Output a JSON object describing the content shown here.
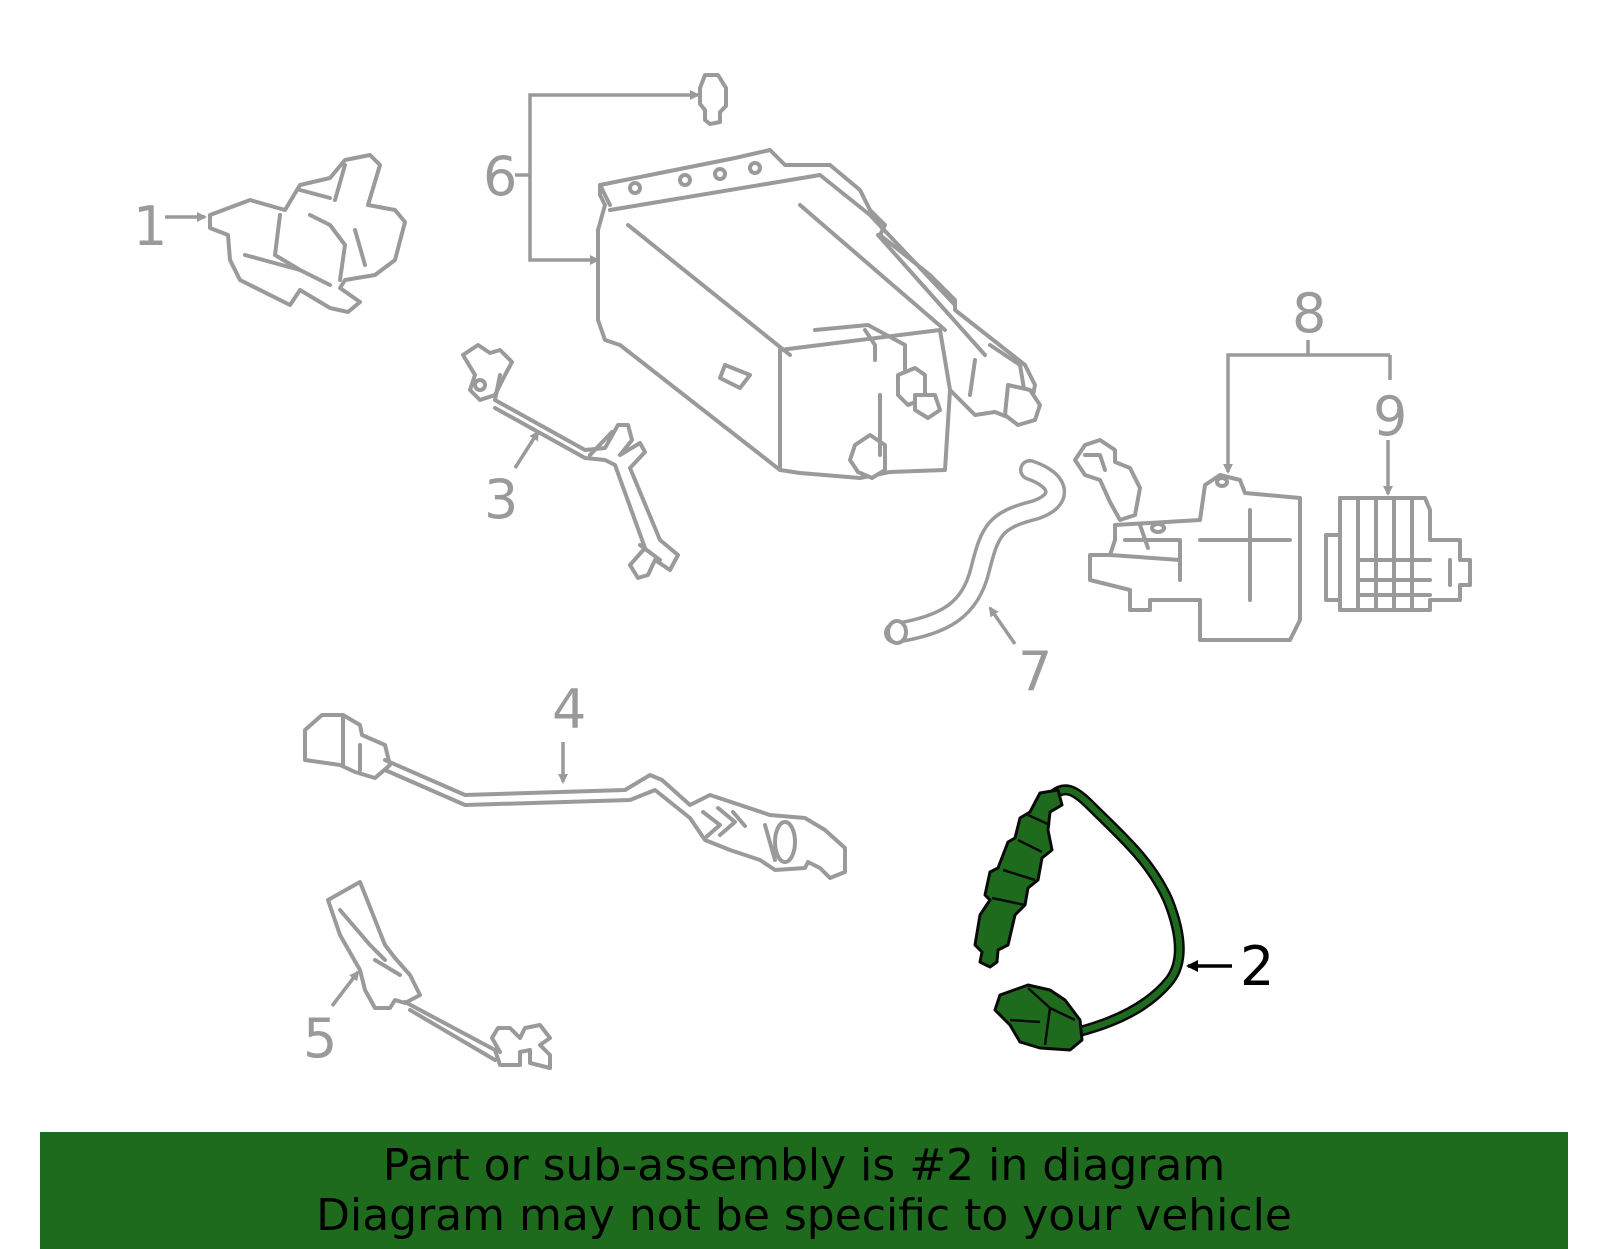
{
  "colors": {
    "part_outline": "#9a9a9a",
    "highlight_fill": "#1e6b1e",
    "highlight_outline": "#0a0a0a",
    "banner_background": "#1e6b1e",
    "banner_text": "#000000",
    "label_highlight": "#000000"
  },
  "callouts": [
    {
      "number": "1",
      "part": "bracket"
    },
    {
      "number": "2",
      "part": "oxygen-sensor",
      "highlighted": true
    },
    {
      "number": "3",
      "part": "sensor-wire-harness"
    },
    {
      "number": "4",
      "part": "oxygen-sensor-upstream"
    },
    {
      "number": "5",
      "part": "sensor-wire-clip"
    },
    {
      "number": "6",
      "part": "vapor-canister"
    },
    {
      "number": "7",
      "part": "vapor-hose"
    },
    {
      "number": "8",
      "part": "purge-valve"
    },
    {
      "number": "9",
      "part": "filter"
    }
  ],
  "banner": {
    "line1": "Part or sub-assembly is #2 in diagram",
    "line2": "Diagram may not be specific to your vehicle"
  }
}
